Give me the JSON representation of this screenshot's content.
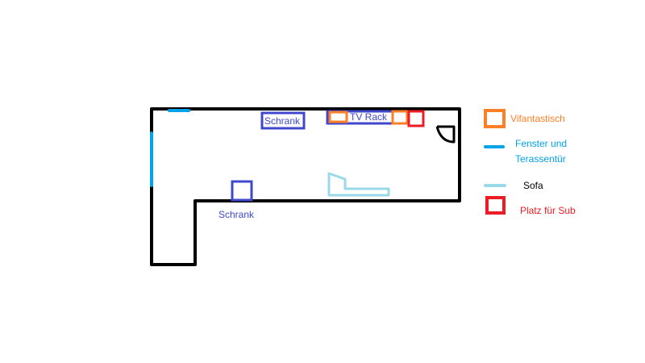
{
  "plan": {
    "labels": {
      "schrank_top": "Schrank",
      "schrank_bottom": "Schrank",
      "tv_rack": "TV Rack"
    }
  },
  "legend": {
    "vifantastisch": "Vifantastisch",
    "fenster_line1": "Fenster und",
    "fenster_line2": "Terassentür",
    "sofa": "Sofa",
    "sub": "Platz für Sub"
  },
  "colors": {
    "wall": "#000000",
    "schrank": "#3f48cc",
    "vifantastisch": "#ff7f27",
    "fenster": "#00a2e8",
    "sofa": "#99d9ea",
    "sub": "#ed1c24",
    "label_blue": "#3f48cc",
    "label_orange": "#ff7f27",
    "label_cyan": "#00a2e8",
    "label_black": "#000000",
    "label_red": "#ed1c24"
  }
}
